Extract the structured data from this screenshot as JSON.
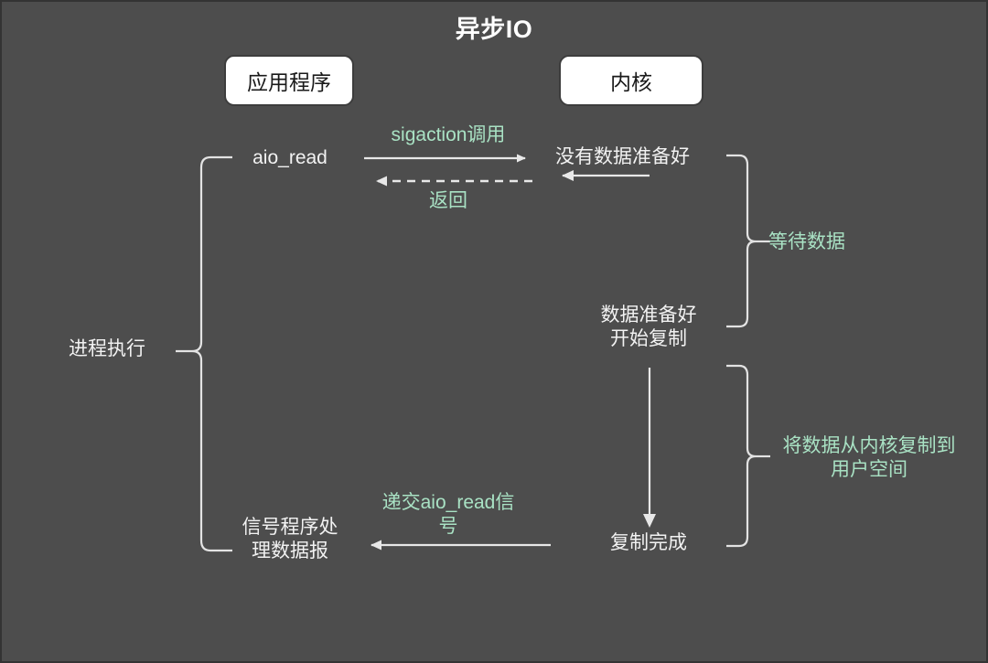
{
  "diagram": {
    "title": "异步IO",
    "background_color": "#4d4d4d",
    "text_color": "#f2f2f2",
    "accent_color": "#a9e2c4",
    "box_fill": "#ffffff",
    "boxes": {
      "application": "应用程序",
      "kernel": "内核"
    },
    "application_side": {
      "call": "aio_read",
      "signal_handler": "信号程序处\n理数据报",
      "process_label": "进程执行"
    },
    "kernel_side": {
      "no_data_ready": "没有数据准备好",
      "data_ready": "数据准备好\n开始复制",
      "copy_complete": "复制完成"
    },
    "arrow_labels": {
      "sigaction_call": "sigaction调用",
      "return": "返回",
      "deliver_signal": "递交aio_read信\n号"
    },
    "brace_labels": {
      "wait_for_data": "等待数据",
      "copy_to_user": "将数据从内核复制到\n用户空间"
    }
  }
}
